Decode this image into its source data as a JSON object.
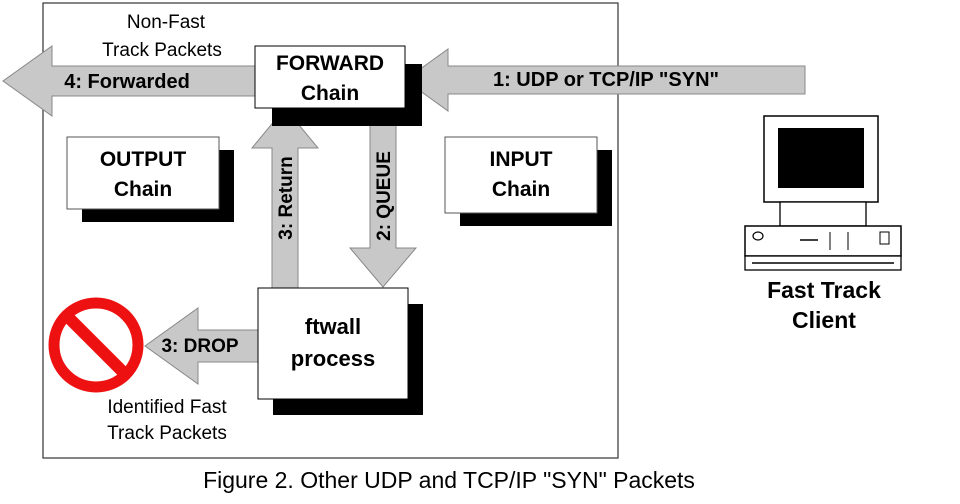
{
  "chains": {
    "forward": [
      "FORWARD",
      "Chain"
    ],
    "output": [
      "OUTPUT",
      "Chain"
    ],
    "input": [
      "INPUT",
      "Chain"
    ],
    "ftwall": [
      "ftwall",
      "process"
    ]
  },
  "arrows": {
    "incoming": "1: UDP or TCP/IP \"SYN\"",
    "queue": "2: QUEUE",
    "return": "3: Return",
    "forwarded": "4: Forwarded",
    "drop": "3: DROP"
  },
  "notes": {
    "non_fast": [
      "Non-Fast",
      "Track Packets"
    ],
    "identified": [
      "Identified Fast",
      "Track Packets"
    ]
  },
  "client": [
    "Fast Track",
    "Client"
  ],
  "caption": "Figure 2. Other UDP and TCP/IP \"SYN\" Packets",
  "icons": {
    "no_entry": "prohibited-icon",
    "computer": "computer-icon"
  },
  "colors": {
    "arrow_fill": "#c8c8c8",
    "prohibit_red": "#ee1111",
    "shadow": "#000000"
  }
}
